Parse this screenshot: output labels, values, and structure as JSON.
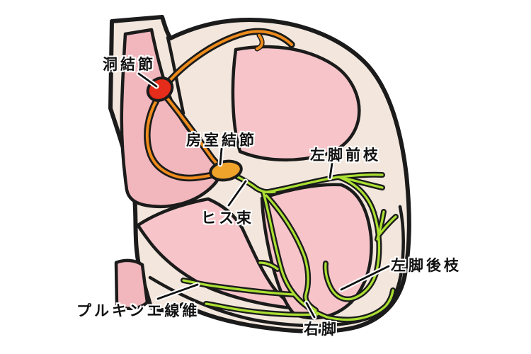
{
  "figure": {
    "subject": "heart-conduction-system-diagram",
    "labels": {
      "sa_node": "洞結節",
      "av_node": "房室結節",
      "his_bundle": "ヒス束",
      "left_anterior_fascicle": "左脚前枝",
      "left_posterior_fascicle": "左脚後枝",
      "right_bundle_branch": "右脚",
      "purkinje_fibers": "プルキンエ線維"
    }
  },
  "colors": {
    "bg": "#ffffff",
    "wall": "#f3e7dd",
    "chamber": "#f6c4c9",
    "vessel": "#f1b7bd",
    "outline": "#1b1b1b",
    "orange": "#ee8b1c",
    "amber": "#efa32b",
    "red": "#e62c1a",
    "green": "#abe033",
    "label": "#111111",
    "halo": "#ffffff"
  }
}
